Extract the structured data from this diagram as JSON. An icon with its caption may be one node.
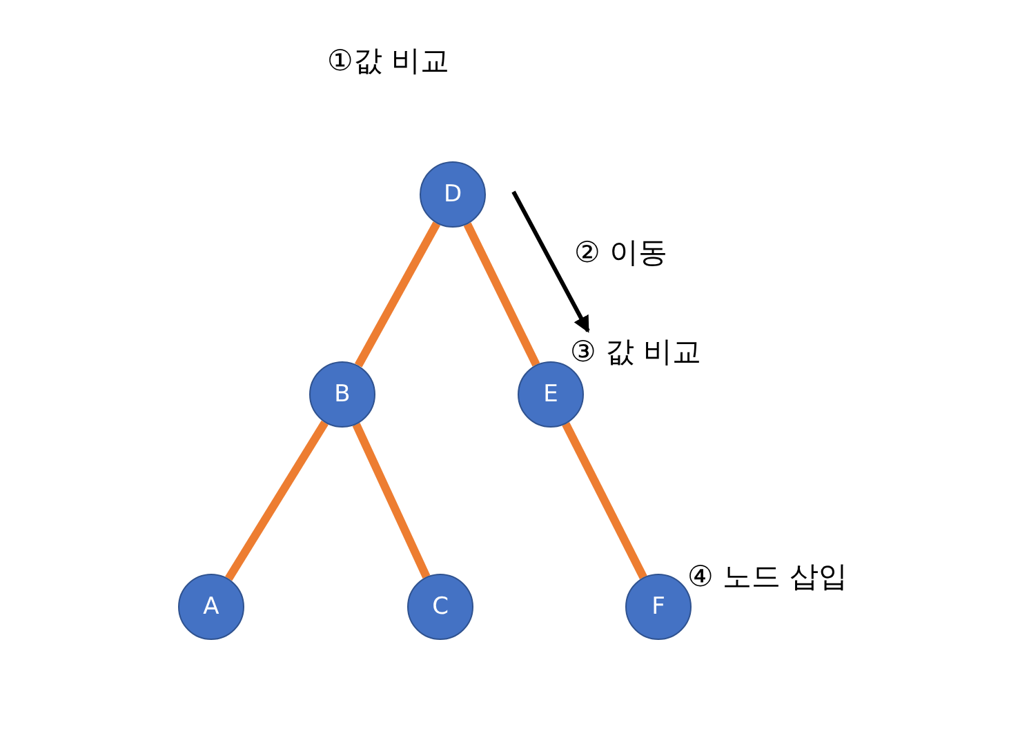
{
  "diagram": {
    "nodes": [
      {
        "text": [
          "D"
        ],
        "beside": [
          "①값 비교"
        ]
      },
      {
        "text": [
          "B"
        ]
      },
      {
        "text": [
          "E"
        ],
        "beside": [
          "③ 값 비교"
        ]
      },
      {
        "text": [
          "A"
        ]
      },
      {
        "text": [
          "C"
        ]
      },
      {
        "text": [
          "F"
        ],
        "beside": [
          "④ 노드 삽입"
        ]
      }
    ],
    "edges": [
      {
        "from": 0,
        "to": 1,
        "arrow": "none"
      },
      {
        "from": 0,
        "to": 2,
        "arrow": "none"
      },
      {
        "from": 1,
        "to": 3,
        "arrow": "none"
      },
      {
        "from": 1,
        "to": 4,
        "arrow": "none"
      },
      {
        "from": 2,
        "to": 5,
        "arrow": "none"
      }
    ],
    "labels": [
      "② 이동"
    ]
  }
}
